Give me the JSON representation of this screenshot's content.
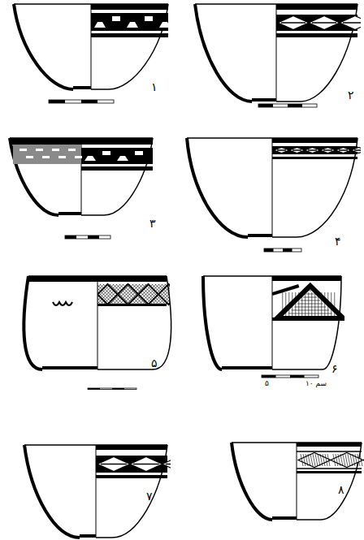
{
  "diagram": {
    "labels": [
      "۱",
      "۲",
      "۳",
      "۴",
      "۵",
      "۶",
      "۷",
      "۸",
      "۵",
      "۱۰ سم"
    ]
  }
}
